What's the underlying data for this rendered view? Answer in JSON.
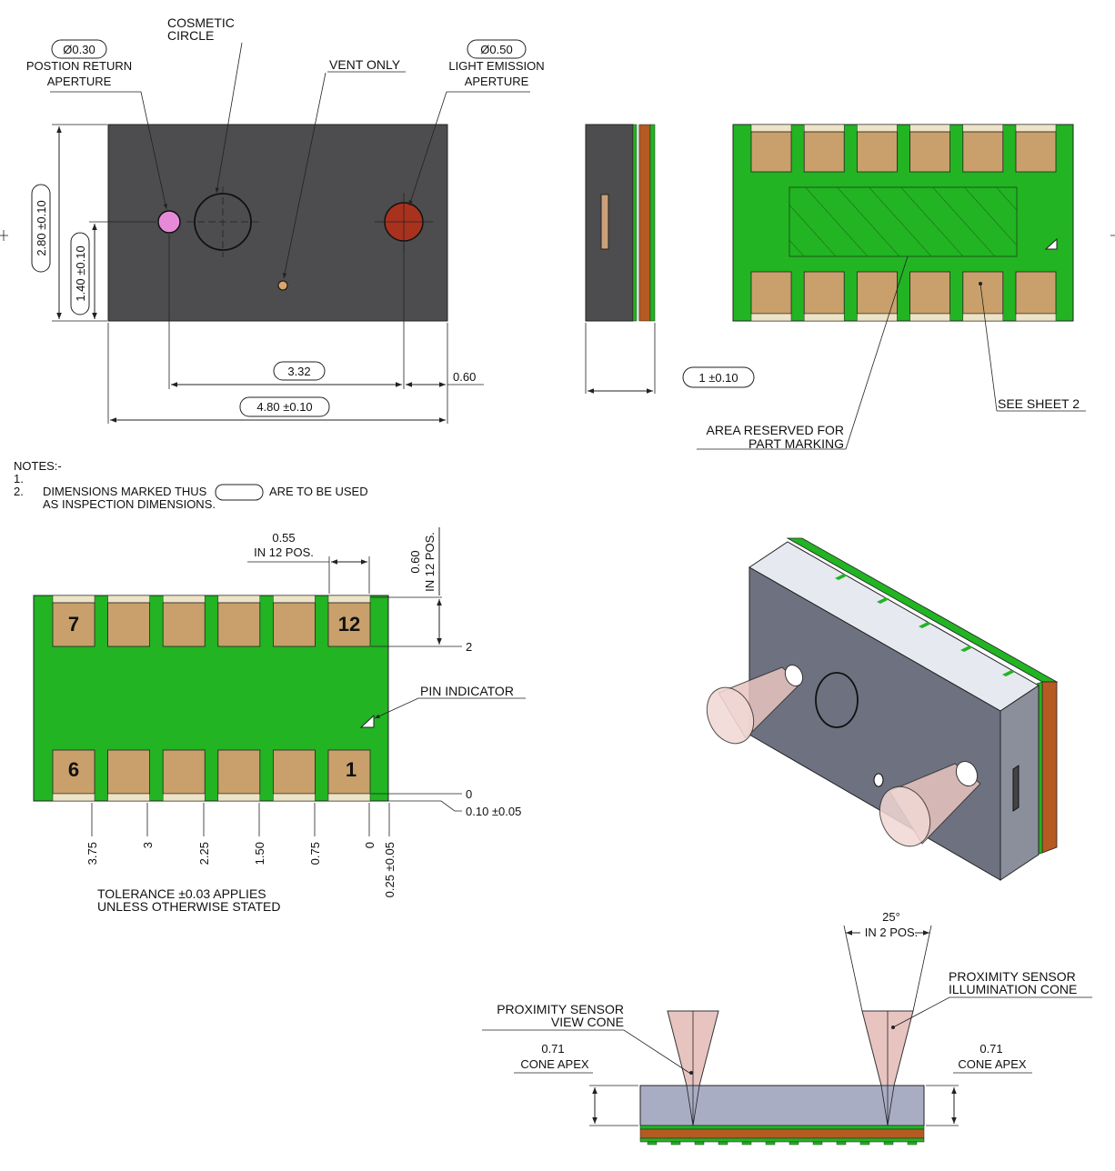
{
  "colors": {
    "body_dark": "#4d4d4f",
    "pcb_green": "#22b422",
    "pad_tan": "#c9a06b",
    "pad_light": "#ede3c6",
    "copper": "#b55a22",
    "pink_aperture": "#e68ad8",
    "red_aperture": "#a8321e",
    "iso_light": "#e6e9ef",
    "iso_mid": "#8b8f9c",
    "iso_dark": "#6e7180",
    "cone_fill": "#e8c4c0"
  },
  "top_view": {
    "cosmetic_circle": "COSMETIC\nCIRCLE",
    "position_return_dia": "Ø0.30",
    "position_return_label": "POSTION RETURN\nAPERTURE",
    "vent_only": "VENT ONLY",
    "light_emission_dia": "Ø0.50",
    "light_emission_label": "LIGHT EMISSION\nAPERTURE",
    "dim_height": "2.80 ±0.10",
    "dim_half_height": "1.40 ±0.10",
    "dim_332": "3.32",
    "dim_060": "0.60",
    "dim_width": "4.80 ±0.10"
  },
  "side_view": {
    "dim_thickness": "1 ±0.10"
  },
  "bottom_view": {
    "see_sheet": "SEE SHEET 2",
    "area_reserved": "AREA RESERVED FOR\nPART MARKING"
  },
  "notes": {
    "title": "NOTES:-",
    "n1": "1.",
    "n2": "2.",
    "n2_text_a": "DIMENSIONS MARKED THUS",
    "n2_text_b": "ARE TO BE USED",
    "n2_text_c": "AS INSPECTION DIMENSIONS."
  },
  "footprint": {
    "pad_width": "0.55",
    "pad_width_qty": "IN 12 POS.",
    "pad_len": "0.60",
    "pad_len_qty": "IN 12 POS.",
    "pin_indicator": "PIN INDICATOR",
    "pin7": "7",
    "pin12": "12",
    "pin6": "6",
    "pin1": "1",
    "y2": "2",
    "y0": "0",
    "y_off": "0.10 ±0.05",
    "x_ticks": [
      "3.75",
      "3",
      "2.25",
      "1.50",
      "0.75",
      "0",
      "0.25 ±0.05"
    ],
    "tolerance": "TOLERANCE  ±0.03 APPLIES\nUNLESS OTHERWISE STATED"
  },
  "cone_view": {
    "angle": "25°",
    "angle_qty": "IN 2 POS.",
    "view_cone": "PROXIMITY SENSOR\nVIEW CONE",
    "illum_cone": "PROXIMITY SENSOR\nILLUMINATION CONE",
    "apex_left_val": "0.71",
    "apex_left_lbl": "CONE APEX",
    "apex_right_val": "0.71",
    "apex_right_lbl": "CONE APEX"
  }
}
